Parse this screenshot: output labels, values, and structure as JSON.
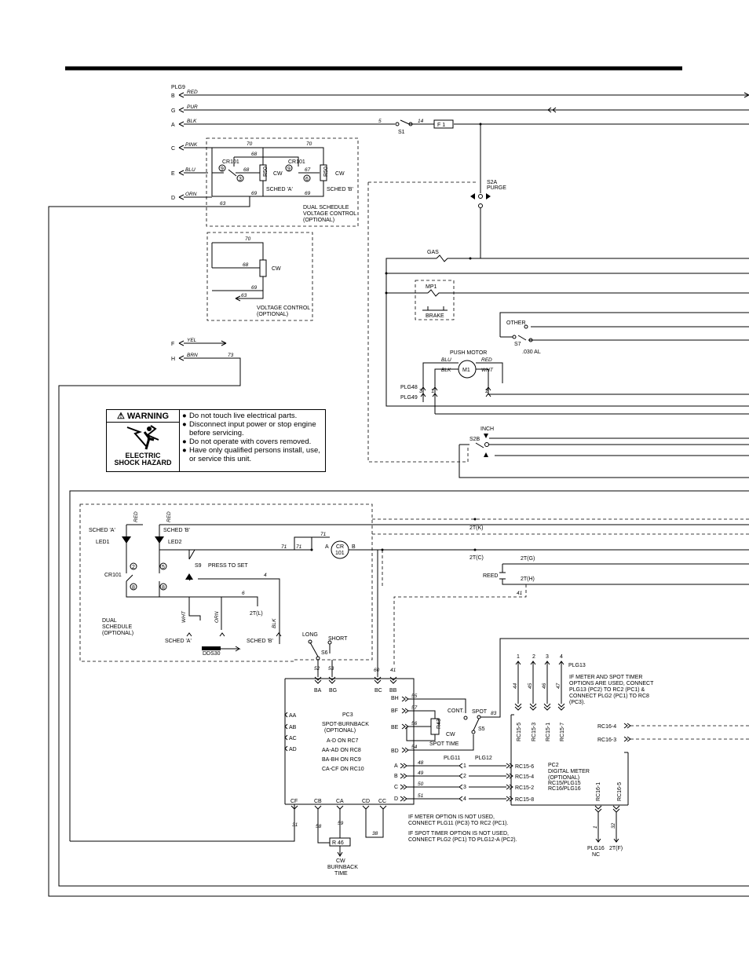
{
  "plugs": {
    "plg9": "PLG9",
    "pin_b": "B",
    "pin_g": "G",
    "pin_a": "A",
    "pin_c": "C",
    "pin_e": "E",
    "pin_d": "D",
    "pin_f": "F",
    "pin_h": "H",
    "plg48": "PLG48",
    "plg49": "PLG49",
    "plg11": "PLG11",
    "plg12": "PLG12",
    "plg13": "PLG13",
    "plg16": "PLG16",
    "plg16_nc": "NC"
  },
  "wires": {
    "red": "RED",
    "pur": "PUR",
    "blk": "BLK",
    "pink": "PINK",
    "blu": "BLU",
    "orn": "ORN",
    "yel": "YEL",
    "brn": "BRN",
    "wht": "WHT"
  },
  "nums": {
    "n5": "5",
    "n14": "14",
    "n70": "70",
    "n68": "68",
    "n67": "67",
    "n69": "69",
    "n63": "63",
    "n73": "73",
    "n3": "3",
    "n6": "6",
    "n9": "9",
    "n71": "71",
    "n4": "4",
    "n8": "8",
    "n2": "2",
    "n1": "1",
    "n52": "52",
    "n53": "53",
    "n60": "60",
    "n41": "41",
    "n55": "55",
    "n57": "57",
    "n56": "56",
    "n54": "54",
    "n48": "48",
    "n49": "49",
    "n50": "50",
    "n51": "51",
    "n31": "31",
    "n58": "58",
    "n59": "59",
    "n38": "38",
    "n44": "44",
    "n45": "45",
    "n46": "46",
    "n47": "47",
    "n83": "83",
    "n32": "32",
    "c1": "1",
    "c2": "2",
    "c3": "3",
    "c4": "4"
  },
  "components": {
    "s1": "S1",
    "f1": "F 1",
    "s2a": "S2A",
    "purge": "PURGE",
    "gas": "GAS",
    "mp1": "MP1",
    "brake": "BRAKE",
    "other": "OTHER",
    "s7": "S7",
    "al030": ".030 AL",
    "push_motor": "PUSH MOTOR",
    "m1": "M1",
    "inch": "INCH",
    "s2b": "S2B",
    "cr101": "CR101",
    "r50": "R50",
    "cw": "CW",
    "sched_a": "SCHED 'A'",
    "sched_b": "SCHED 'B'",
    "dual_sched_vc": "DUAL SCHEDULE",
    "dual_sched_vc2": "VOLTAGE CONTROL",
    "optional": "(OPTIONAL)",
    "voltage_control": "VOLTAGE CONTROL",
    "led1": "LED1",
    "led2": "LED2",
    "s9": "S9",
    "press_to_set": "PRESS TO SET",
    "cr101_coil": "CR",
    "cr101_num": "101",
    "coil_a": "A",
    "coil_b": "B",
    "t2k": "2T(K)",
    "t2c": "2T(C)",
    "t2g": "2T(G)",
    "t2h": "2T(H)",
    "reed": "REED",
    "t2l": "2T(L)",
    "dual_schedule": "DUAL",
    "dual_schedule2": "SCHEDULE",
    "dds30": "DDS30",
    "long": "LONG",
    "short": "SHORT",
    "s6": "S6",
    "s5": "S5",
    "spot": "SPOT",
    "cont": "CONT.",
    "r43": "R43",
    "spot_time": "SPOT TIME",
    "r46": "R 46",
    "burnback": "BURNBACK",
    "time": "TIME",
    "pc3": "PC3",
    "pc3_desc1": "SPOT-BURNBACK",
    "pc3_desc2": "(OPTIONAL)",
    "rc7": "A-D  ON  RC7",
    "rc8": "AA-AD  ON  RC8",
    "rc9": "BA-BH  ON  RC9",
    "rc10": "CA-CF  ON  RC10",
    "pc2": "PC2",
    "digital_meter": "DIGITAL METER",
    "pc2_desc2": "(OPTIONAL)",
    "rc15plg15": "RC15/PLG15",
    "rc16plg16": "RC16/PLG16",
    "t2f": "2T(F)"
  },
  "pins": {
    "ba": "BA",
    "bg": "BG",
    "bc": "BC",
    "bb": "BB",
    "bh": "BH",
    "bf": "BF",
    "be": "BE",
    "bd": "BD",
    "aa": "AA",
    "ab": "AB",
    "ac": "AC",
    "ad": "AD",
    "a": "A",
    "b": "B",
    "c": "C",
    "d": "D",
    "cf": "CF",
    "cb": "CB",
    "ca": "CA",
    "cd": "CD",
    "cc": "CC",
    "rc15_5": "RC15-5",
    "rc15_3": "RC15-3",
    "rc15_1": "RC15-1",
    "rc15_7": "RC15-7",
    "rc15_6": "RC15-6",
    "rc15_4": "RC15-4",
    "rc15_2": "RC15-2",
    "rc15_8": "RC15-8",
    "rc16_1": "RC16-1",
    "rc16_5": "RC16-5",
    "rc16_4": "RC16-4",
    "rc16_3": "RC16-3"
  },
  "notes": {
    "meter1": "IF METER AND SPOT TIMER",
    "meter2": "OPTIONS ARE USED, CONNECT",
    "meter3": "PLG13 (PC2) TO RC2 (PC1) &",
    "meter4": "CONNECT PLG2 (PC1) TO RC8",
    "meter5": "(PC3).",
    "nometer1": "IF METER OPTION IS NOT USED,",
    "nometer2": "CONNECT PLG11 (PC3) TO RC2 (PC1).",
    "nospot1": "IF SPOT TIMER OPTION IS NOT USED,",
    "nospot2": "CONNECT PLG2 (PC1) TO PLG12-A (PC2)."
  },
  "warning": {
    "title": "WARNING",
    "hazard_line1": "ELECTRIC",
    "hazard_line2": "SHOCK HAZARD",
    "items": [
      "Do not touch live electrical parts.",
      "Disconnect input power or stop engine before servicing.",
      "Do not operate with covers removed.",
      "Have only qualified persons install, use, or service this unit."
    ]
  }
}
